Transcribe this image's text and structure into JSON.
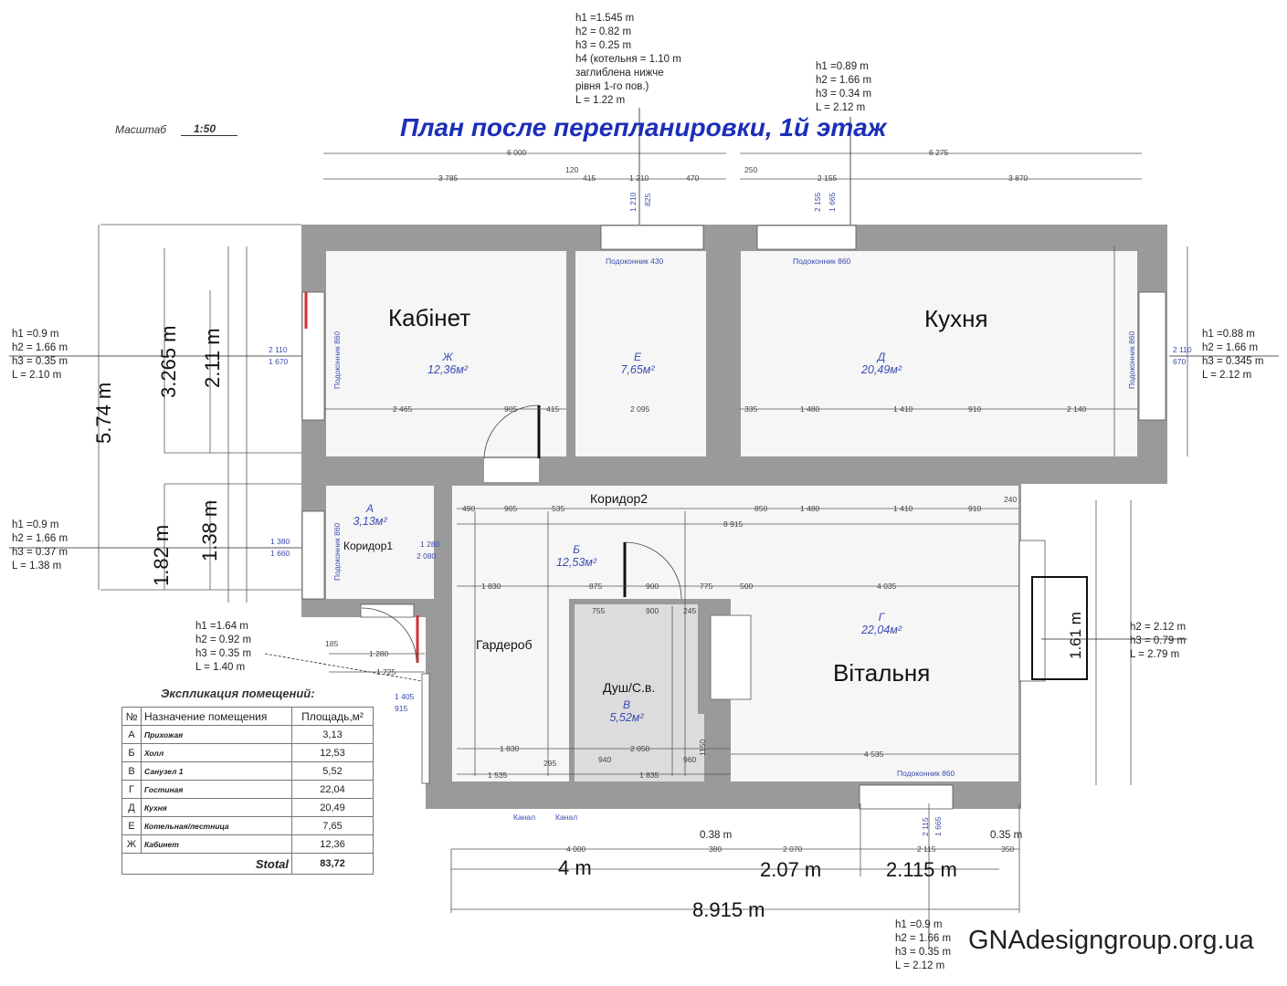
{
  "title": "План после перепланировки, 1й этаж",
  "scale": {
    "label": "Масштаб",
    "value": "1:50"
  },
  "rooms": {
    "kabinet": {
      "name": "Кабінет",
      "letter": "Ж",
      "area": "12,36м²"
    },
    "kotel": {
      "letter": "Е",
      "area": "7,65м²"
    },
    "kukhnia": {
      "name": "Кухня",
      "letter": "Д",
      "area": "20,49м²"
    },
    "prykhozha": {
      "name": "Коридор1",
      "letter": "А",
      "area": "3,13м²"
    },
    "khol": {
      "name": "Коридор2",
      "letter": "Б",
      "area": "12,53м²"
    },
    "garderob": {
      "name": "Гардероб"
    },
    "sanuzel": {
      "name": "Душ/С.в.",
      "letter": "В",
      "area": "5,52м²"
    },
    "vitalnia": {
      "name": "Вітальня",
      "letter": "Г",
      "area": "22,04м²"
    }
  },
  "notes": {
    "top_center": "h1 =1.545 m\nh2 = 0.82 m\nh3 = 0.25 m\nh4 (котельня = 1.10 m\nзаглиблена нижче\nрівня 1-го пов.)\nL = 1.22 m",
    "top_right": "h1 =0.89 m\nh2 = 1.66 m\nh3 = 0.34 m\nL = 2.12 m",
    "left_upper": "h1 =0.9 m\nh2 = 1.66 m\nh3 = 0.35 m\nL = 2.10 m",
    "left_lower": "h1 =0.9 m\nh2 = 1.66 m\nh3 = 0.37 m\nL = 1.38 m",
    "right_upper": "h1 =0.88 m\nh2 = 1.66 m\nh3 = 0.345 m\nL = 2.12 m",
    "right_lower": "h2 = 2.12 m\nh3 = 0.79 m\nL = 2.79 m",
    "entrance": "h1 =1.64 m\nh2 = 0.92 m\nh3 = 0.35 m\nL = 1.40 m",
    "bottom": "h1 =0.9 m\nh2 = 1.66 m\nh3 = 0.35 m\nL = 2.12 m"
  },
  "sills": {
    "s430": "Подоконник 430",
    "s860_top": "Подоконник 860",
    "s860_bottom": "Подоконник 860",
    "s860_left1": "Подоконник 860",
    "s860_left2": "Подоконник 860",
    "s860_right": "Подоконник 860"
  },
  "big_dims": {
    "h_574": "5.74 m",
    "h_3265": "3.265 m",
    "h_211": "2.11 m",
    "h_182": "1.82 m",
    "h_138": "1.38 m",
    "h_161": "1.61 m",
    "w_4": "4 m",
    "w_207": "2.07 m",
    "w_2115": "2.115 m",
    "w_8915": "8.915 m",
    "w_038": "0.38 m",
    "w_035": "0.35 m"
  },
  "small_dims": {
    "d6000": "6 000",
    "d6275": "6 275",
    "d3785": "3 785",
    "d120": "120",
    "d415": "415",
    "d1210": "1 210",
    "d470": "470",
    "d250": "250",
    "d2155": "2 155",
    "d3870": "3 870",
    "v1210": "1 210",
    "v825": "825",
    "v2155": "2 155",
    "v1665": "1 665",
    "k2465": "2 465",
    "k905": "905",
    "k415": "415",
    "e2095": "2 095",
    "d335": "335",
    "d1480": "1 480",
    "d1410": "1 410",
    "d910": "910",
    "d2140": "2 140",
    "c490": "490",
    "c905": "905",
    "c535": "535",
    "c850": "850",
    "c1480": "1 480",
    "c1410": "1 410",
    "c910": "910",
    "c240": "240",
    "c8915": "8 915",
    "c1830": "1 830",
    "c875": "875",
    "c900": "900",
    "c775": "775",
    "c500": "500",
    "c4035": "4 035",
    "s755": "755",
    "s900": "900",
    "s245": "245",
    "c1830b": "1 830",
    "c295": "295",
    "s940": "940",
    "s960": "960",
    "s2050": "2 050",
    "c1535": "1 535",
    "s1835": "1 835",
    "g4535": "4 535",
    "w2110a": "2 110",
    "w1670a": "1 670",
    "w2110b": "2 110",
    "w1670b": "670",
    "w1380": "1 380",
    "w1660": "1 660",
    "w1280": "1 280",
    "w2080": "2 080",
    "e185": "185",
    "e1280": "1 280",
    "e1725": "1 725",
    "e1405": "1 405",
    "e915": "915",
    "b4000": "4 000",
    "b380": "380",
    "b2070": "2 070",
    "b2115": "2 115",
    "b350": "350",
    "bv2115": "2 115",
    "bv1665": "1 665",
    "kanal1": "Канал",
    "kanal2": "Канал",
    "sh1150": "1150"
  },
  "explication": {
    "title": "Экспликация помещений:",
    "headers": [
      "№",
      "Назначение помещения",
      "Площадь,м²"
    ],
    "rows": [
      {
        "n": "А",
        "name": "Прихожая",
        "area": "3,13"
      },
      {
        "n": "Б",
        "name": "Холл",
        "area": "12,53"
      },
      {
        "n": "В",
        "name": "Санузел 1",
        "area": "5,52"
      },
      {
        "n": "Г",
        "name": "Гостиная",
        "area": "22,04"
      },
      {
        "n": "Д",
        "name": "Кухня",
        "area": "20,49"
      },
      {
        "n": "Е",
        "name": "Котельная/лестница",
        "area": "7,65"
      },
      {
        "n": "Ж",
        "name": "Кабинет",
        "area": "12,36"
      }
    ],
    "total_label": "Stotal",
    "total": "83,72"
  },
  "watermark": "GNAdesigngroup.org.ua",
  "colors": {
    "wall": "#9a9a9a",
    "title": "#1c2fb8",
    "room_label": "#3a4bb0",
    "window_red": "#d23030"
  }
}
